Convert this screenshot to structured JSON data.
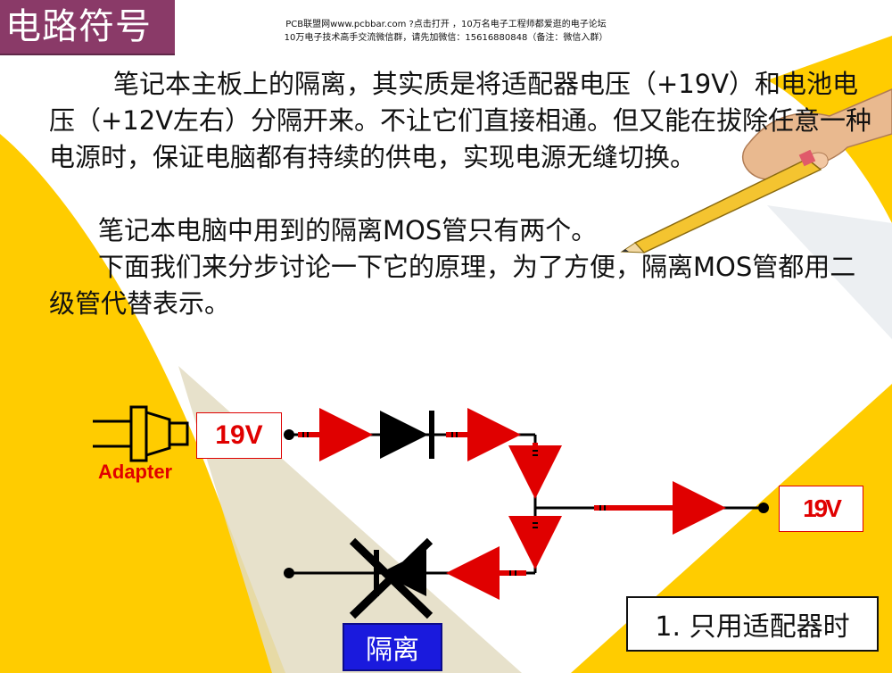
{
  "header": {
    "title": "电路符号",
    "banner_line1": "PCB联盟网www.pcbbar.com ?点击打开 ，10万名电子工程师都爱逛的电子论坛",
    "banner_line2": "10万电子技术高手交流微信群，请先加微信：15616880848（备注：微信入群）"
  },
  "body": {
    "para1": "笔记本主板上的隔离，其实质是将适配器电压（+19V）和电池电压（+12V左右）分隔开来。不让它们直接相通。但又能在拔除任意一种电源时，保证电脑都有持续的供电，实现电源无缝切换。",
    "para2": "笔记本电脑中用到的隔离MOS管只有两个。",
    "para3": "下面我们来分步讨论一下它的原理，为了方便，隔离MOS管都用二级管代替表示。"
  },
  "diagram": {
    "input_voltage": "19V",
    "output_voltage": "19V",
    "adapter_label": "Adapter",
    "isolation_label": "隔离",
    "mode_label": "1. 只用适配器时"
  },
  "colors": {
    "title_bg": "#8a3a68",
    "accent_yellow": "#ffcc00",
    "arrow_red": "#e00000",
    "iso_blue": "#1a1add"
  },
  "icons": [
    "power-plug-icon",
    "diode-icon",
    "cross-icon",
    "pencil-hand-icon"
  ]
}
